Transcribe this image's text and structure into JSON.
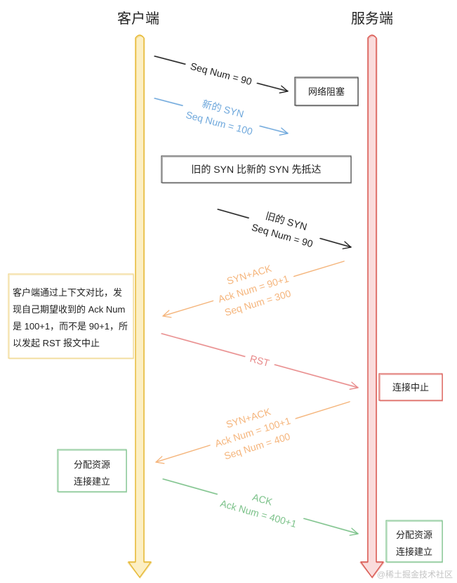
{
  "participants": {
    "client": {
      "label": "客户端",
      "color": "#e6b832",
      "fill": "#fcefc4"
    },
    "server": {
      "label": "服务端",
      "color": "#d9574f",
      "fill": "#fadcdc"
    }
  },
  "notes": {
    "network_blocked": {
      "text": "网络阻塞",
      "color": "#444444"
    },
    "old_before_new": {
      "text": "旧的 SYN 比新的 SYN 先抵达",
      "color": "#555555"
    },
    "client_reason": {
      "lines": [
        "客户端通过上下文对比，发",
        "现自己期望收到的 Ack Num",
        "是 100+1，而不是 90+1，所",
        "以发起 RST 报文中止"
      ],
      "color": "#f0d68a"
    },
    "server_abort": {
      "text": "连接中止",
      "color": "#d9574f"
    },
    "client_established": {
      "lines": [
        "分配资源",
        "连接建立"
      ],
      "color": "#7cc28a"
    },
    "server_established": {
      "lines": [
        "分配资源",
        "连接建立"
      ],
      "color": "#7cc28a"
    }
  },
  "messages": [
    {
      "from": "client",
      "to": "server",
      "lines": [
        "Seq Num = 90"
      ],
      "color": "#1e1e1e"
    },
    {
      "from": "client",
      "to": "server",
      "lines": [
        "新的 SYN",
        "Seq Num = 100"
      ],
      "color": "#6fa8dc"
    },
    {
      "from": "client",
      "to": "server",
      "lines": [
        "旧的 SYN",
        "Seq Num = 90"
      ],
      "color": "#1e1e1e"
    },
    {
      "from": "server",
      "to": "client",
      "lines": [
        "SYN+ACK",
        "Ack Num = 90+1",
        "Seq Num = 300"
      ],
      "color": "#f5b57c"
    },
    {
      "from": "client",
      "to": "server",
      "lines": [
        "RST"
      ],
      "color": "#e88a8a"
    },
    {
      "from": "server",
      "to": "client",
      "lines": [
        "SYN+ACK",
        "Ack Num = 100+1",
        "Seq Num = 400"
      ],
      "color": "#f5b57c"
    },
    {
      "from": "client",
      "to": "server",
      "lines": [
        "ACK",
        "Ack Num = 400+1"
      ],
      "color": "#7cc28a"
    }
  ],
  "watermark": "@稀土掘金技术社区"
}
